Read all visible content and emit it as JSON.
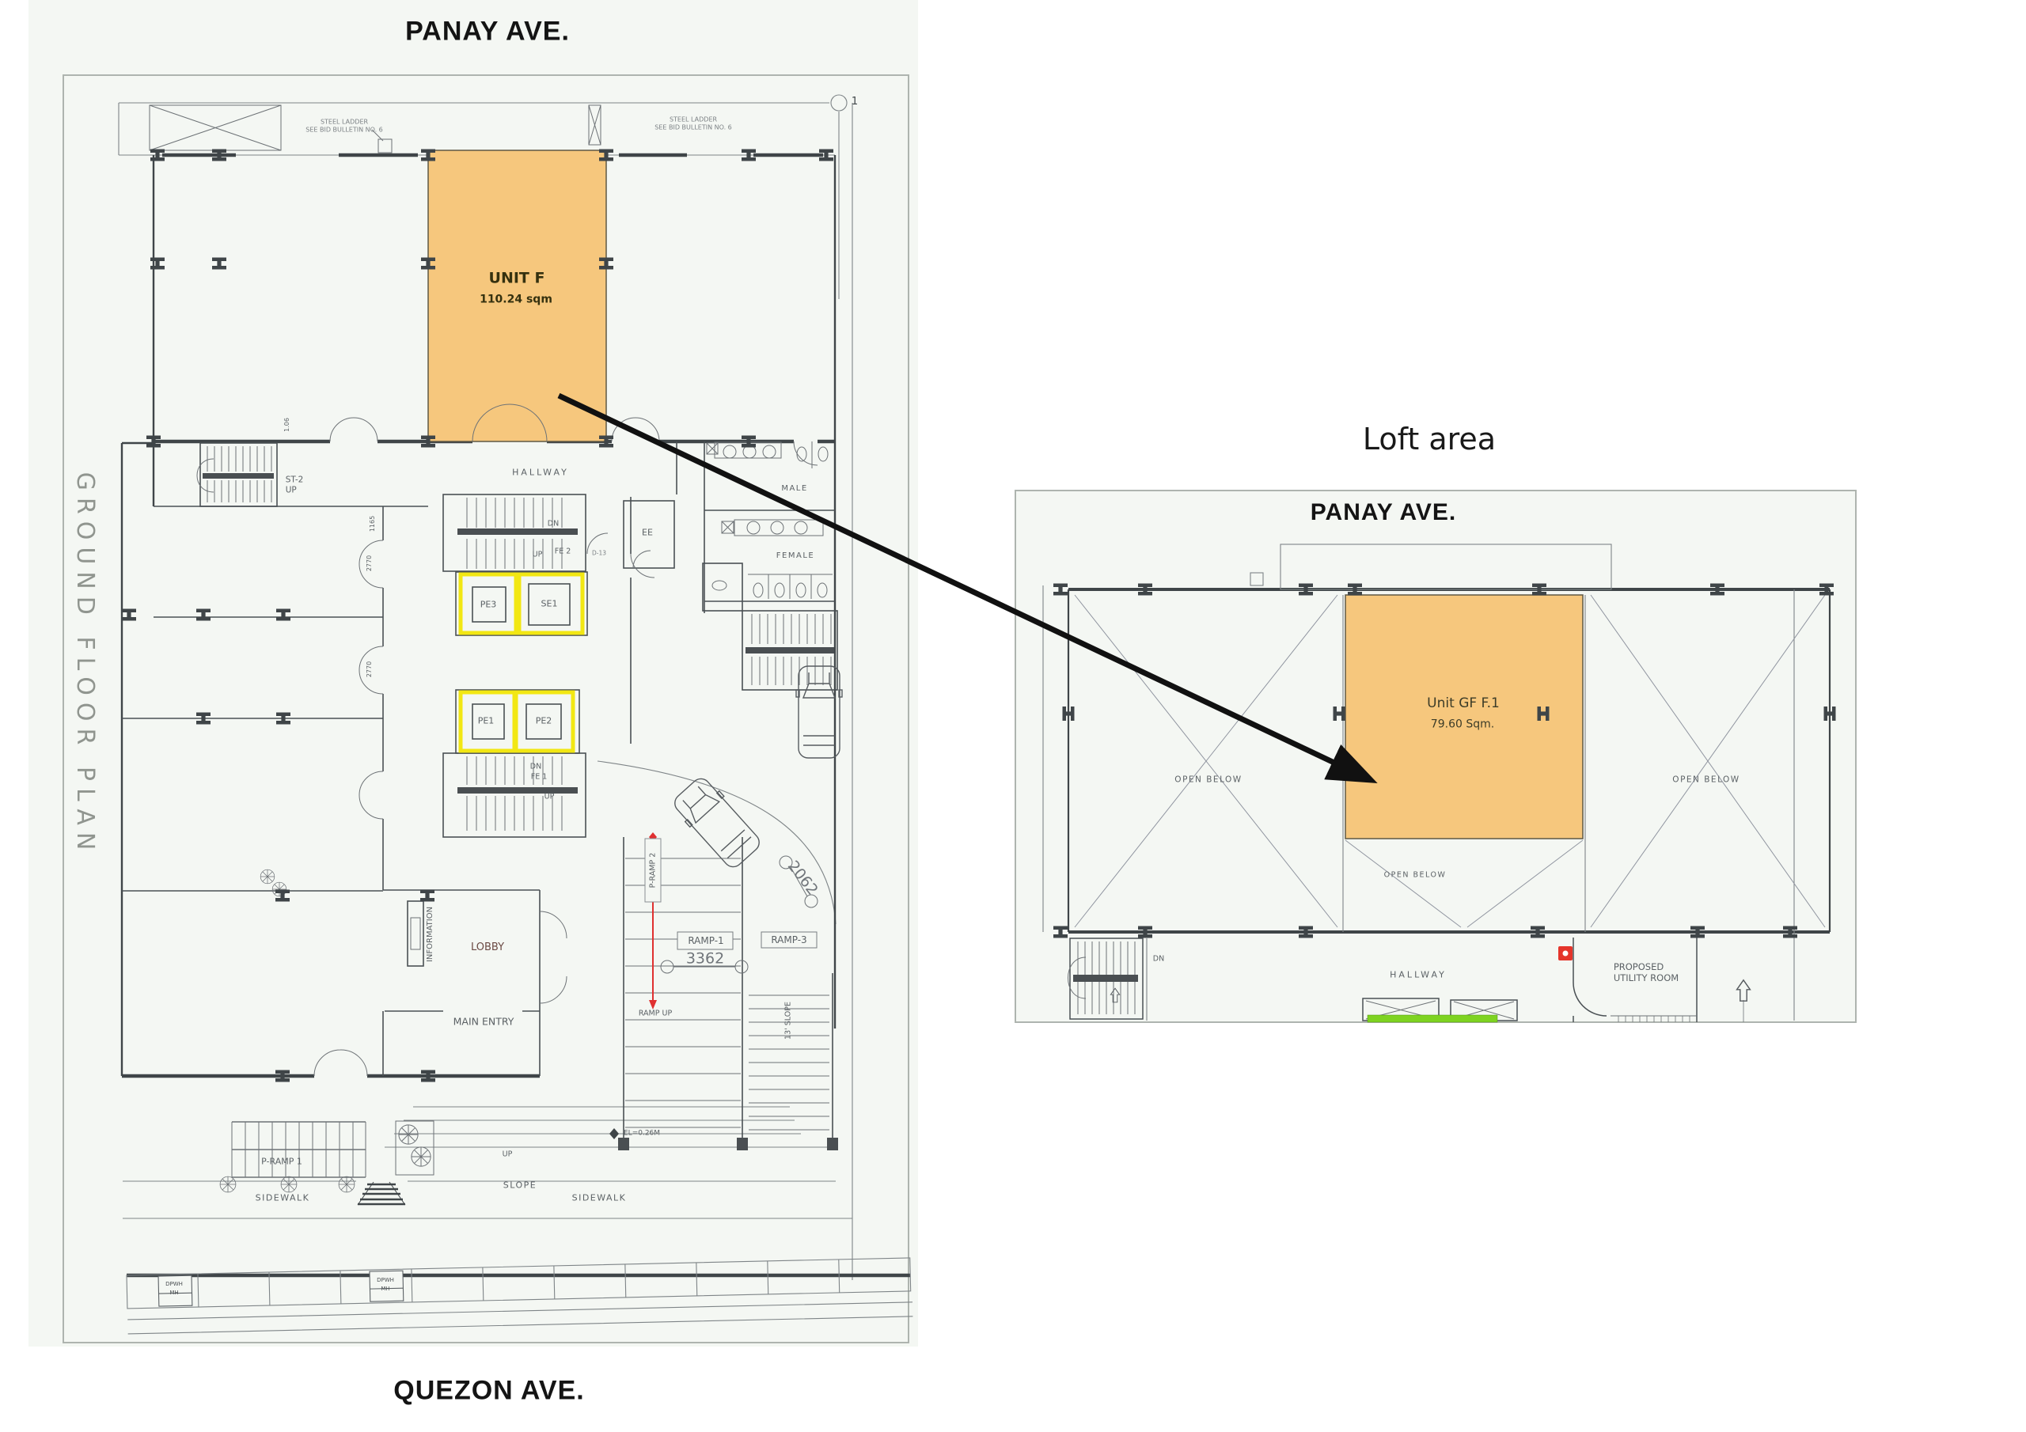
{
  "colors": {
    "highlight_orange": "#f6c77d",
    "elevator_yellow": "#f2e713",
    "marker_red": "#e5352b",
    "bar_green": "#7ed321",
    "ramp_red": "#e03030",
    "arrow_black": "#111111"
  },
  "left_plan": {
    "street_top": "PANAY AVE.",
    "street_bottom": "QUEZON AVE.",
    "side_title": "GROUND FLOOR PLAN",
    "grid_marker": "1",
    "steel_note": "STEEL LADDER\nSEE BID BULLETIN NO. 6",
    "unit_f": {
      "name": "UNIT F",
      "area": "110.24 sqm"
    },
    "labels": {
      "hallway": "HALLWAY",
      "st2": "ST-2\nUP",
      "dn": "DN",
      "up": "UP",
      "fe2": "FE 2",
      "fe1": "FE 1",
      "d13": "D-13",
      "ee": "EE",
      "male": "MALE",
      "female": "FEMALE",
      "lobby": "LOBBY",
      "information": "INFORMATION",
      "main_entry": "MAIN ENTRY",
      "sidewalk": "SIDEWALK",
      "slope": "SLOPE",
      "elevation": "EL=0.26M",
      "ramp_up": "RAMP UP"
    },
    "elevators": {
      "pe3": "PE3",
      "se1": "SE1",
      "pe1": "PE1",
      "pe2": "PE2"
    },
    "ramps": {
      "ramp1": "RAMP-1",
      "ramp1_dim": "3362",
      "ramp3": "RAMP-3",
      "p_ramp2": "P-RAMP 2",
      "p_ramp1": "P-RAMP 1",
      "slope13": "13' SLOPE",
      "dim_2062": "2062"
    },
    "dims": {
      "d1165": "1165",
      "d2770": "2770",
      "d106": "1.06"
    },
    "manhole": "DPWH\nMH"
  },
  "right_plan": {
    "title": "Loft area",
    "street_top": "PANAY AVE.",
    "unit": {
      "name": "Unit GF F.1",
      "area": "79.60 Sqm."
    },
    "labels": {
      "open_below": "OPEN BELOW",
      "hallway": "HALLWAY",
      "dn": "DN",
      "utility": "PROPOSED\nUTILITY ROOM"
    }
  }
}
